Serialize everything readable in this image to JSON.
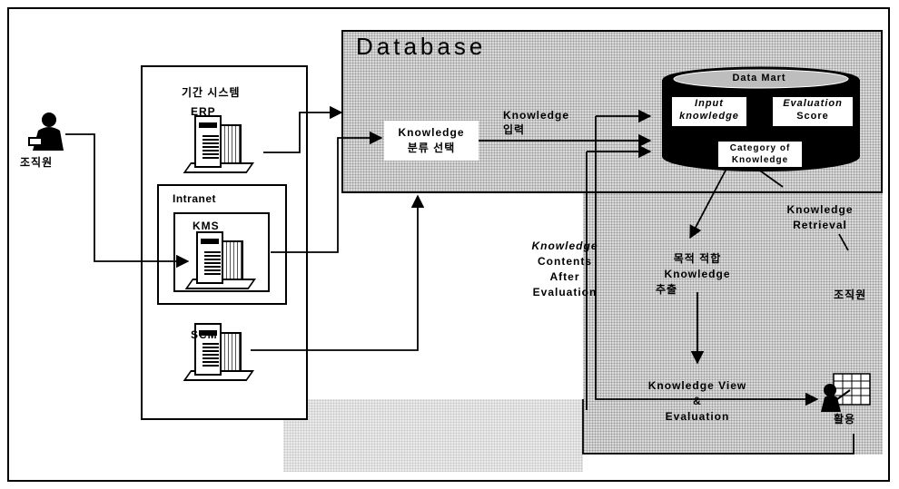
{
  "diagram": {
    "database_title": "Database",
    "core_systems": {
      "title": "기간 시스템",
      "erp": "ERP",
      "intranet": "Intranet",
      "kms": "KMS",
      "scm": "SCM"
    },
    "employee_left": "조직원",
    "employee_right": "조직원",
    "knowledge_select": {
      "line1": "Knowledge",
      "line2": "분류 선택"
    },
    "knowledge_input": {
      "line1": "Knowledge",
      "line2": "입력"
    },
    "data_mart": {
      "title": "Data Mart",
      "input": {
        "line1": "Input",
        "line2": "knowledge"
      },
      "evaluation": {
        "line1": "Evaluation",
        "line2": "Score"
      },
      "category": {
        "line1": "Category of",
        "line2": "Knowledge"
      }
    },
    "knowledge_retrieval": {
      "line1": "Knowledge",
      "line2": "Retrieval"
    },
    "after_evaluation": {
      "line1": "Knowledge",
      "line2": "Contents",
      "line3": "After",
      "line4": "Evaluation"
    },
    "extraction": {
      "line1": "목적 적합",
      "line2": "Knowledge",
      "line3": "추출"
    },
    "view_eval": {
      "line1": "Knowledge View",
      "line2": "&",
      "line3": "Evaluation"
    },
    "usage": "활용"
  }
}
